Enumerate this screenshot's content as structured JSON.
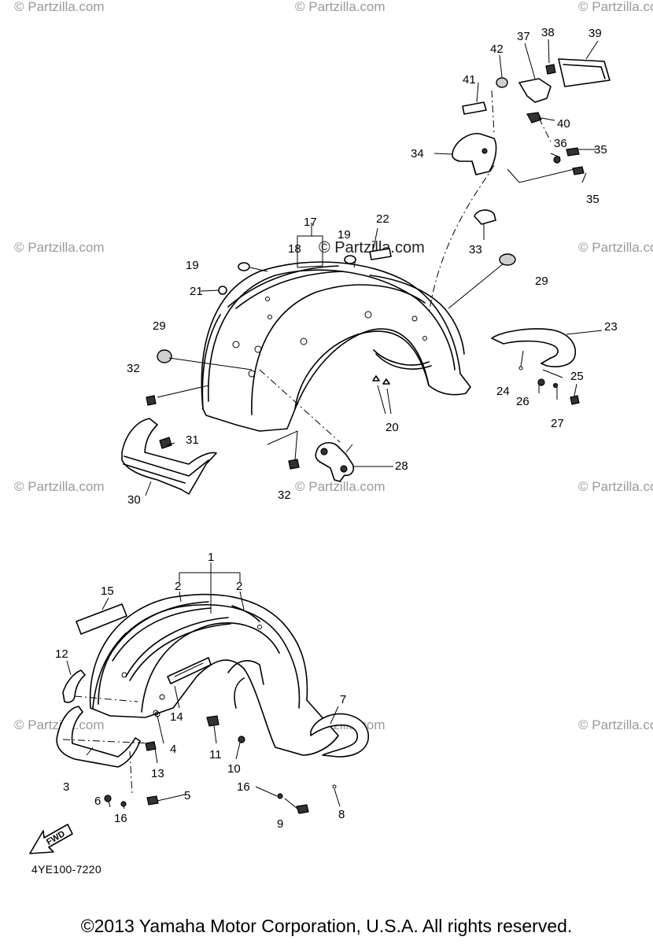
{
  "watermark": "© Partzilla.com",
  "watermark_center": "© Partzilla.com",
  "callouts": {
    "n1": "1",
    "n2a": "2",
    "n2b": "2",
    "n3": "3",
    "n4": "4",
    "n5": "5",
    "n6": "6",
    "n7": "7",
    "n8": "8",
    "n9": "9",
    "n10": "10",
    "n11": "11",
    "n12": "12",
    "n13": "13",
    "n14": "14",
    "n15": "15",
    "n16a": "16",
    "n16b": "16",
    "n17": "17",
    "n18": "18",
    "n19a": "19",
    "n19b": "19",
    "n20": "20",
    "n21": "21",
    "n22": "22",
    "n23": "23",
    "n24": "24",
    "n25": "25",
    "n26": "26",
    "n27": "27",
    "n28": "28",
    "n29a": "29",
    "n29b": "29",
    "n30": "30",
    "n31": "31",
    "n32a": "32",
    "n32b": "32",
    "n33": "33",
    "n34": "34",
    "n35a": "35",
    "n35b": "35",
    "n36": "36",
    "n37": "37",
    "n38": "38",
    "n39": "39",
    "n40": "40",
    "n41": "41",
    "n42": "42"
  },
  "fwd_label": "FWD",
  "part_code": "4YE100-7220",
  "copyright": "©2013 Yamaha Motor Corporation, U.S.A. All rights reserved.",
  "colors": {
    "ink": "#000000",
    "watermark": "#9a9a9a",
    "background": "#ffffff"
  }
}
